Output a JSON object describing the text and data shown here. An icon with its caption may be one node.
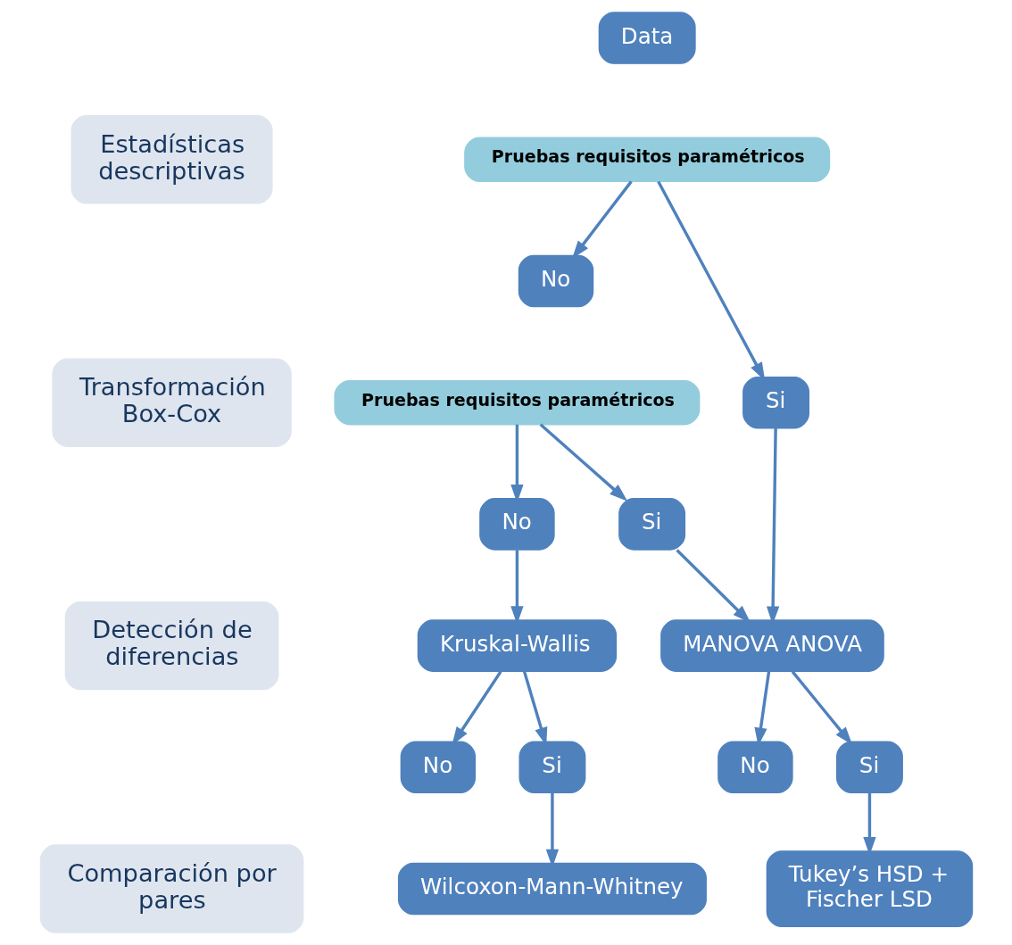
{
  "diagram": {
    "nodes": [
      {
        "text": [
          "Estadísticas descriptivas"
        ]
      },
      {
        "text": [
          "Data"
        ]
      },
      {
        "text": [
          "Pruebas requisitos paramétricos"
        ]
      },
      {
        "text": [
          "No"
        ]
      },
      {
        "text": [
          "Si"
        ]
      },
      {
        "text": [
          "Transformación Box-Cox"
        ]
      },
      {
        "text": [
          "Pruebas requisitos paramétricos"
        ]
      },
      {
        "text": [
          "No"
        ]
      },
      {
        "text": [
          "Si"
        ]
      },
      {
        "text": [
          "Detección de diferencias"
        ]
      },
      {
        "text": [
          "Kruskal-Wallis"
        ]
      },
      {
        "text": [
          "MANOVA ANOVA"
        ]
      },
      {
        "text": [
          "No"
        ]
      },
      {
        "text": [
          "Si"
        ]
      },
      {
        "text": [
          "No"
        ]
      },
      {
        "text": [
          "Si"
        ]
      },
      {
        "text": [
          "Comparación por pares"
        ]
      },
      {
        "text": [
          "Wilcoxon-Mann-Whitney"
        ]
      },
      {
        "text": [
          "Tukey’s HSD + Fischer LSD"
        ]
      }
    ],
    "edges": [
      {
        "from": 2,
        "to": 3,
        "arrow": "to"
      },
      {
        "from": 2,
        "to": 4,
        "arrow": "to"
      },
      {
        "from": 6,
        "to": 7,
        "arrow": "to"
      },
      {
        "from": 6,
        "to": 8,
        "arrow": "to"
      },
      {
        "from": 4,
        "to": 11,
        "arrow": "to"
      },
      {
        "from": 8,
        "to": 11,
        "arrow": "to"
      },
      {
        "from": 7,
        "to": 10,
        "arrow": "to"
      },
      {
        "from": 10,
        "to": 12,
        "arrow": "to"
      },
      {
        "from": 10,
        "to": 13,
        "arrow": "to"
      },
      {
        "from": 11,
        "to": 14,
        "arrow": "to"
      },
      {
        "from": 11,
        "to": 15,
        "arrow": "to"
      },
      {
        "from": 13,
        "to": 17,
        "arrow": "to"
      },
      {
        "from": 15,
        "to": 18,
        "arrow": "to"
      }
    ]
  }
}
